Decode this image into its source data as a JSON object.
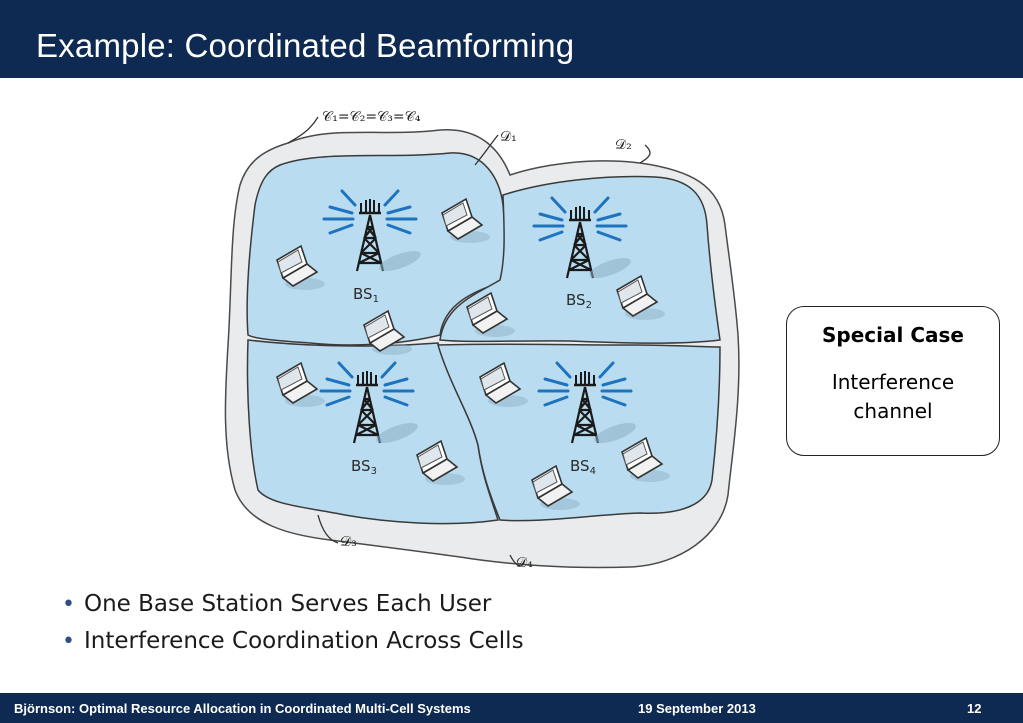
{
  "slide": {
    "title": "Example: Coordinated Beamforming"
  },
  "figure": {
    "cluster_label": "𝒞₁=𝒞₂=𝒞₃=𝒞₄",
    "region_labels": [
      "𝒟₁",
      "𝒟₂",
      "𝒟₃",
      "𝒟₄"
    ],
    "bs_prefix": "BS",
    "bs_labels": [
      "1",
      "2",
      "3",
      "4"
    ],
    "colors": {
      "cell_fill": "#b9dcf1",
      "outer_fill": "#e9ebec",
      "wave": "#1e73bf",
      "tower": "#1a1a1a"
    }
  },
  "callout": {
    "heading": "Special Case",
    "body": "Interference channel"
  },
  "bullets": [
    "One Base Station Serves Each User",
    "Interference Coordination Across Cells"
  ],
  "footer": {
    "left": "Björnson: Optimal Resource Allocation in Coordinated Multi-Cell Systems",
    "center": "19 September 2013",
    "right": "12"
  }
}
